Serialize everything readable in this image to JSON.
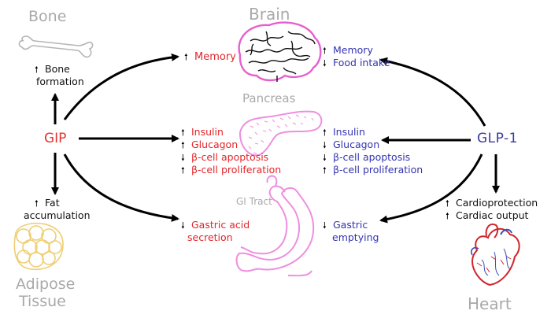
{
  "organs": {
    "bone": "Bone",
    "brain": "Brain",
    "pancreas": "Pancreas",
    "gi_tract": "GI Tract",
    "adipose": [
      "Adipose",
      "Tissue"
    ],
    "heart": "Heart"
  },
  "hormones": {
    "gip": "GIP",
    "glp1": "GLP-1"
  },
  "gip_effects": {
    "bone": [
      "Bone",
      "formation"
    ],
    "bone_direction": "up",
    "brain": {
      "dir": "up",
      "text": "Memory"
    },
    "pancreas": [
      {
        "dir": "up",
        "text": "Insulin"
      },
      {
        "dir": "up",
        "text": "Glucagon"
      },
      {
        "dir": "down",
        "text": "β-cell apoptosis"
      },
      {
        "dir": "up",
        "text": "β-cell proliferation"
      }
    ],
    "gi": [
      "Gastric acid",
      "secretion"
    ],
    "gi_direction": "down",
    "adipose": [
      "Fat",
      "accumulation"
    ],
    "adipose_direction": "up"
  },
  "glp1_effects": {
    "brain": [
      {
        "dir": "up",
        "text": "Memory"
      },
      {
        "dir": "down",
        "text": "Food intake"
      }
    ],
    "pancreas": [
      {
        "dir": "up",
        "text": "Insulin"
      },
      {
        "dir": "down",
        "text": "Glucagon"
      },
      {
        "dir": "down",
        "text": "β-cell apoptosis"
      },
      {
        "dir": "up",
        "text": "β-cell proliferation"
      }
    ],
    "gi": [
      "Gastric",
      "emptying"
    ],
    "gi_direction": "down",
    "heart": [
      {
        "dir": "up",
        "text": "Cardioprotection"
      },
      {
        "dir": "up",
        "text": "Cardiac output"
      }
    ]
  },
  "colors": {
    "gip": "#e3262b",
    "glp1": "#3334b3",
    "organ_label": "#a9a9a9",
    "brain_outline": "#e65fd0",
    "pancreas": "#ee8fe0",
    "stomach": "#ee8fe0",
    "adipose": "#efce74",
    "heart": "#d0262b",
    "arrows": "#000000"
  },
  "icons": [
    "bone-icon",
    "brain-icon",
    "pancreas-icon",
    "stomach-icon",
    "adipose-icon",
    "heart-icon"
  ]
}
